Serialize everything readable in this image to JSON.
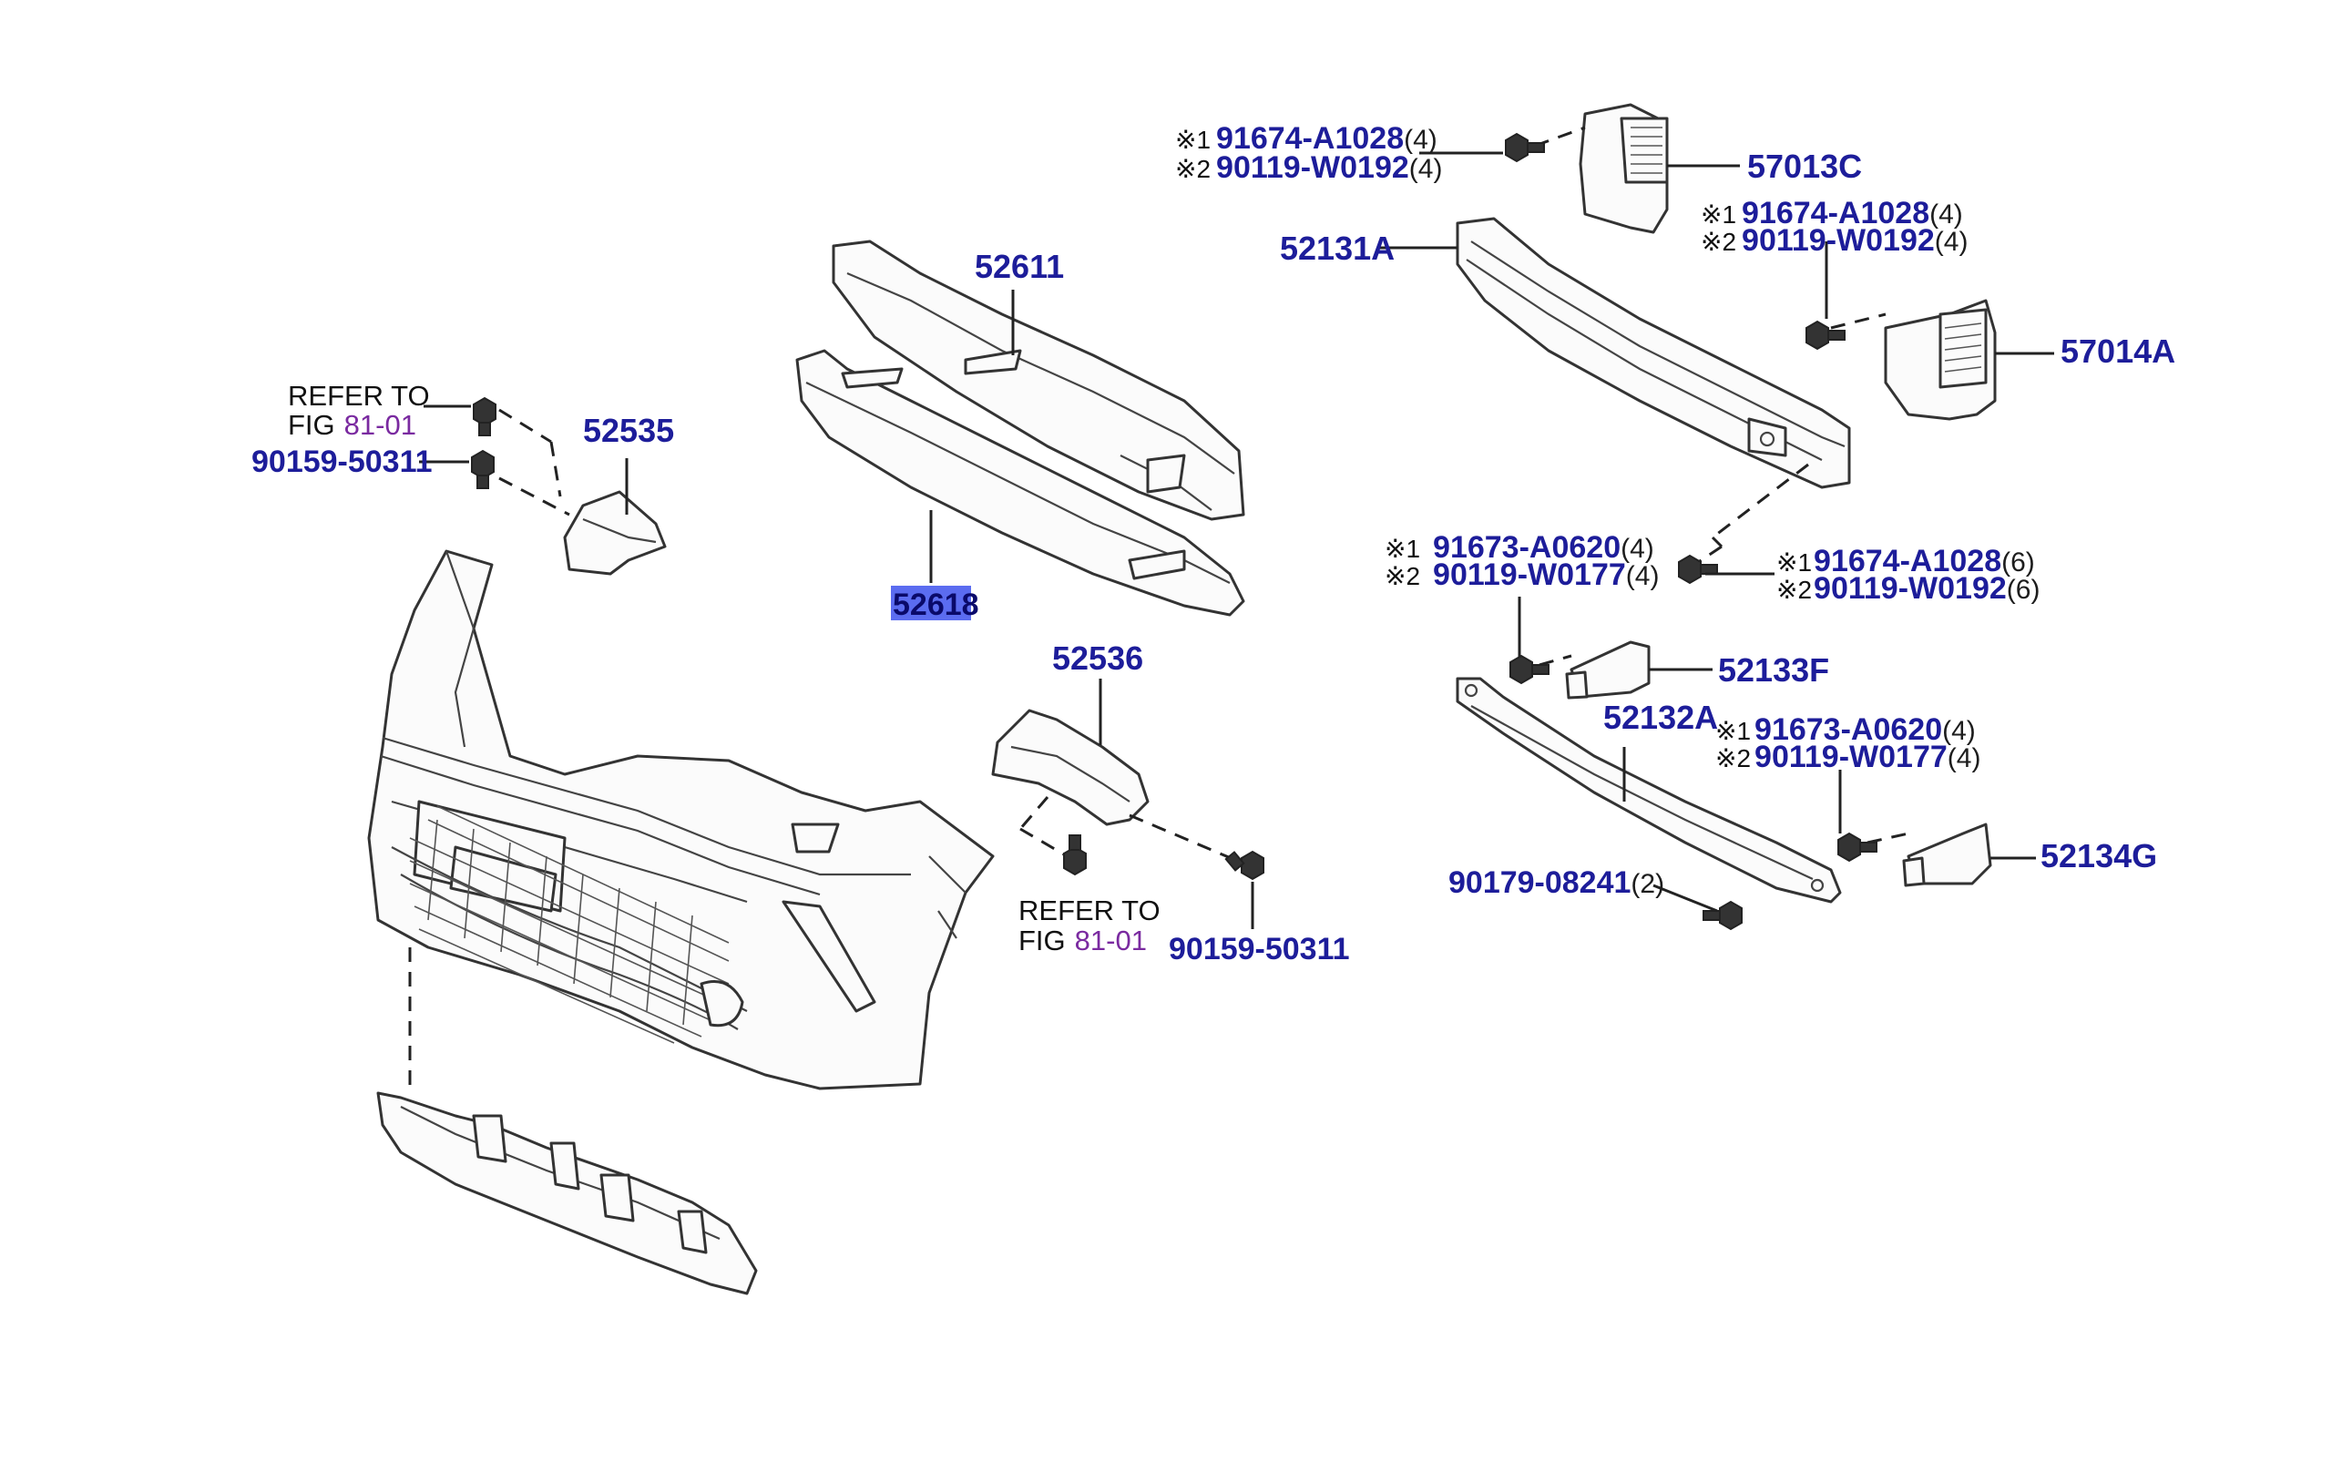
{
  "title": "",
  "colors": {
    "part_number": "#1d1d9a",
    "figure_reference": "#7a2aa0",
    "highlight": "#5b6cf0"
  },
  "labels": {
    "p52611": "52611",
    "p52618": "52618",
    "p52535": "52535",
    "p52536": "52536",
    "p52131a": "52131A",
    "p57013c": "57013C",
    "p57014a": "57014A",
    "p52133f": "52133F",
    "p52132a": "52132A",
    "p52134g": "52134G"
  },
  "refs": {
    "left": {
      "line1": "REFER TO",
      "fig": "FIG",
      "num": "81-01"
    },
    "mid": {
      "line1": "REFER TO",
      "fig": "FIG",
      "num": "81-01"
    }
  },
  "bolts": {
    "b90159_left": "90159-50311",
    "b90159_mid": "90159-50311",
    "b90179": "90179-08241",
    "b90179_qty": "(2)"
  },
  "callouts": {
    "c57013c": [
      {
        "mark": "※1",
        "part": "91674-A1028",
        "qty": "(4)"
      },
      {
        "mark": "※2",
        "part": "90119-W0192",
        "qty": "(4)"
      }
    ],
    "c57014a": [
      {
        "mark": "※1",
        "part": "91674-A1028",
        "qty": "(4)"
      },
      {
        "mark": "※2",
        "part": "90119-W0192",
        "qty": "(4)"
      }
    ],
    "c52131a": [
      {
        "mark": "※1",
        "part": "91674-A1028",
        "qty": "(6)"
      },
      {
        "mark": "※2",
        "part": "90119-W0192",
        "qty": "(6)"
      }
    ],
    "c52133f": [
      {
        "mark": "※1",
        "part": "91673-A0620",
        "qty": "(4)"
      },
      {
        "mark": "※2",
        "part": "90119-W0177",
        "qty": "(4)"
      }
    ],
    "c52134g": [
      {
        "mark": "※1",
        "part": "91673-A0620",
        "qty": "(4)"
      },
      {
        "mark": "※2",
        "part": "90119-W0177",
        "qty": "(4)"
      }
    ]
  }
}
